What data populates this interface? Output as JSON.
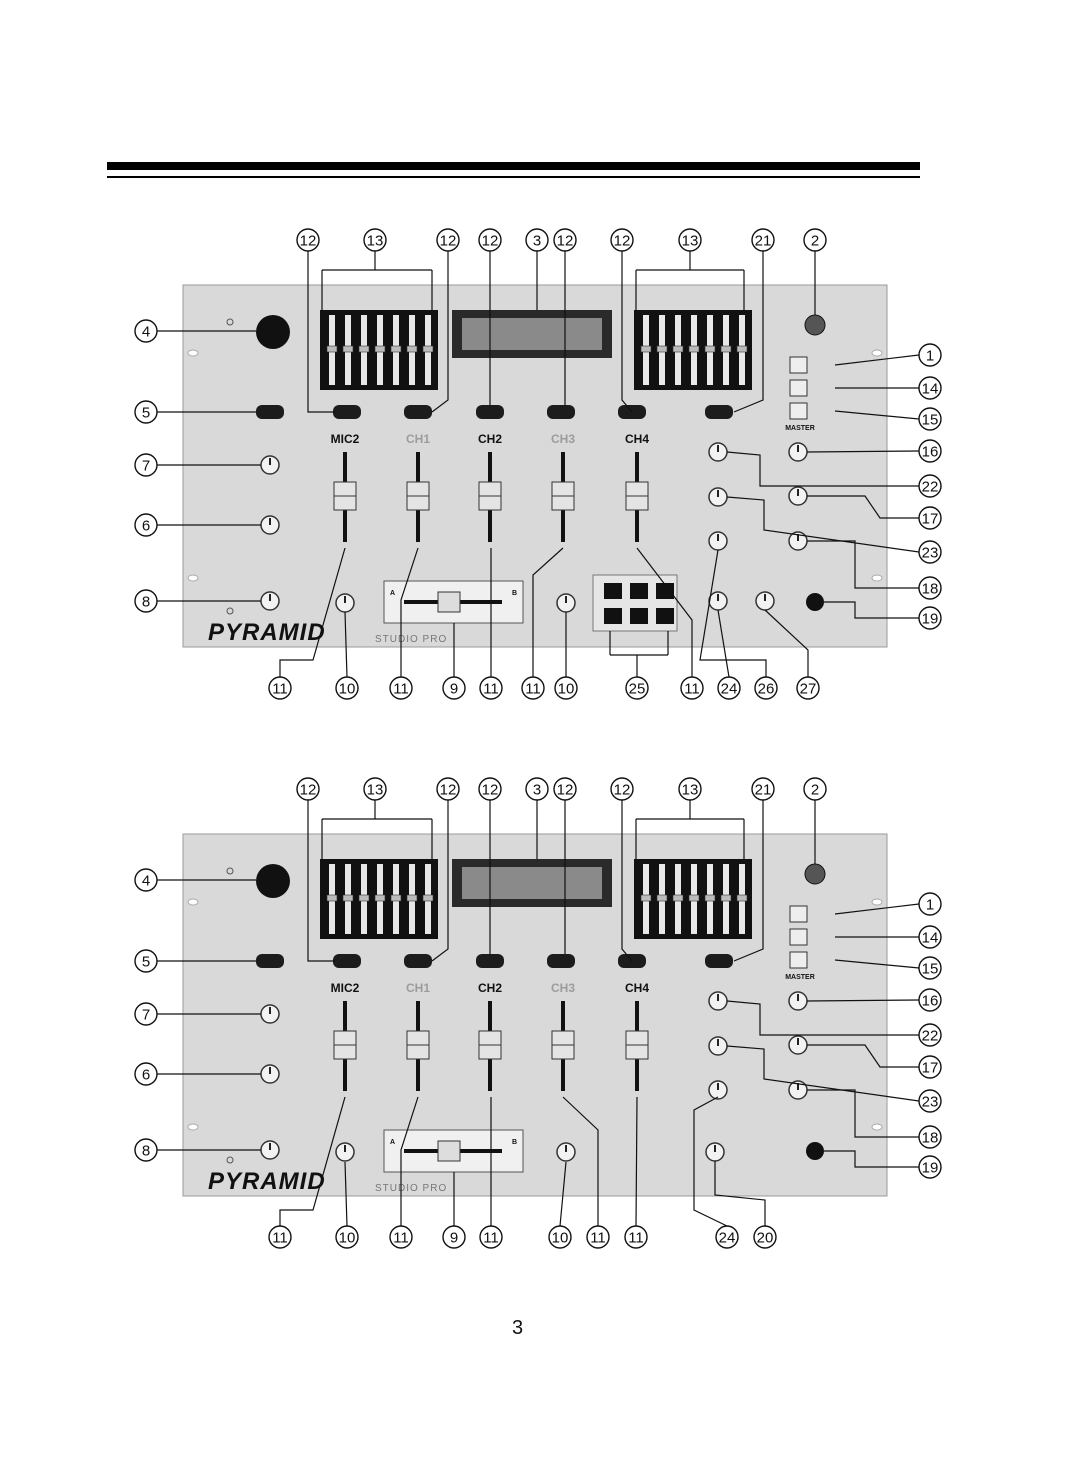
{
  "page_number": "3",
  "panels": [
    {
      "channel_labels": [
        "MIC2",
        "CH1",
        "CH2",
        "CH3",
        "CH4"
      ],
      "master_label": "MASTER",
      "brand": "PYRAMID",
      "subbrand": "STUDIO PRO",
      "crossfader_a": "A",
      "crossfader_b": "B",
      "callouts": {
        "top": [
          "12",
          "13",
          "12",
          "12",
          "3",
          "12",
          "12",
          "13",
          "21",
          "2"
        ],
        "left": [
          "4",
          "5",
          "7",
          "6",
          "8"
        ],
        "right": [
          "1",
          "14",
          "15",
          "16",
          "22",
          "17",
          "23",
          "18",
          "19"
        ],
        "bottom": [
          "11",
          "10",
          "11",
          "9",
          "11",
          "11",
          "10",
          "25",
          "11",
          "24",
          "26",
          "27"
        ]
      }
    },
    {
      "channel_labels": [
        "MIC2",
        "CH1",
        "CH2",
        "CH3",
        "CH4"
      ],
      "master_label": "MASTER",
      "brand": "PYRAMID",
      "subbrand": "STUDIO PRO",
      "crossfader_a": "A",
      "crossfader_b": "B",
      "callouts": {
        "top": [
          "12",
          "13",
          "12",
          "12",
          "3",
          "12",
          "12",
          "13",
          "21",
          "2"
        ],
        "left": [
          "4",
          "5",
          "7",
          "6",
          "8"
        ],
        "right": [
          "1",
          "14",
          "15",
          "16",
          "22",
          "17",
          "23",
          "18",
          "19"
        ],
        "bottom": [
          "11",
          "10",
          "11",
          "9",
          "11",
          "10",
          "11",
          "11",
          "24",
          "20"
        ]
      }
    }
  ]
}
